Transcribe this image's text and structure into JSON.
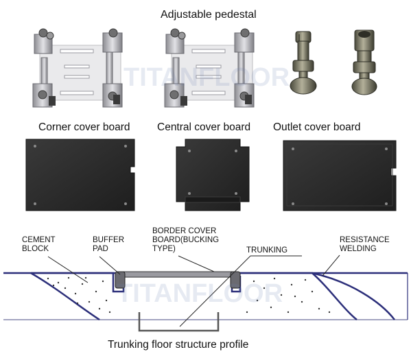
{
  "pedestal": {
    "title": "Adjustable pedestal"
  },
  "boards": {
    "corner": "Corner cover board",
    "central": "Central cover board",
    "outlet": "Outlet cover board"
  },
  "profile": {
    "title": "Trunking floor structure profile",
    "labels": {
      "cement_block": "CEMENT\nBLOCK",
      "buffer_pad": "BUFFER\nPAD",
      "border_cover_board": "BORDER COVER\nBOARD(BUCKING\nTYPE)",
      "trunking": "TRUNKING",
      "resistance_welding": "RESISTANCE\nWELDING"
    }
  },
  "watermark": "TITANFLOOR",
  "colors": {
    "board": "#2b2b2b",
    "profile_line": "#2c2f7a",
    "metal": "#b8b8bc"
  }
}
